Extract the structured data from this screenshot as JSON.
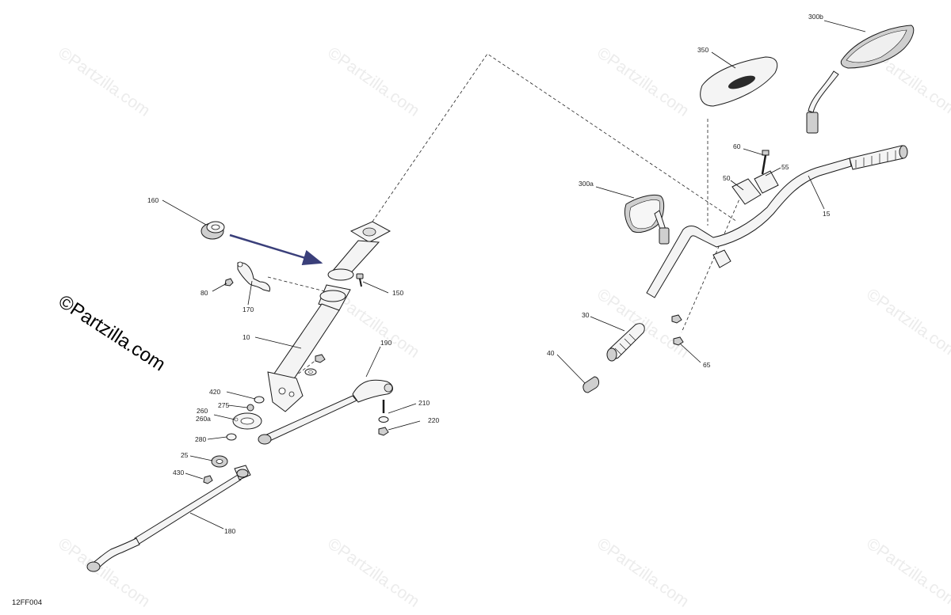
{
  "diagram_code": "12FF004",
  "brand_watermark": "©Partzilla.com",
  "background_watermark": "©Partzilla.com",
  "callouts": {
    "c160": "160",
    "c80": "80",
    "c170": "170",
    "c150": "150",
    "c10": "10",
    "c190": "190",
    "c420": "420",
    "c275": "275",
    "c260": "260",
    "c260a": "260a",
    "c280": "280",
    "c25": "25",
    "c430": "430",
    "c210": "210",
    "c220": "220",
    "c180": "180",
    "c350": "350",
    "c300b": "300b",
    "c300a": "300a",
    "c60": "60",
    "c55": "55",
    "c50": "50",
    "c15": "15",
    "c30": "30",
    "c40": "40",
    "c65": "65"
  },
  "colors": {
    "arrow": "#3a3f7a",
    "line": "#1a1a1a",
    "watermark": "#ececec"
  }
}
